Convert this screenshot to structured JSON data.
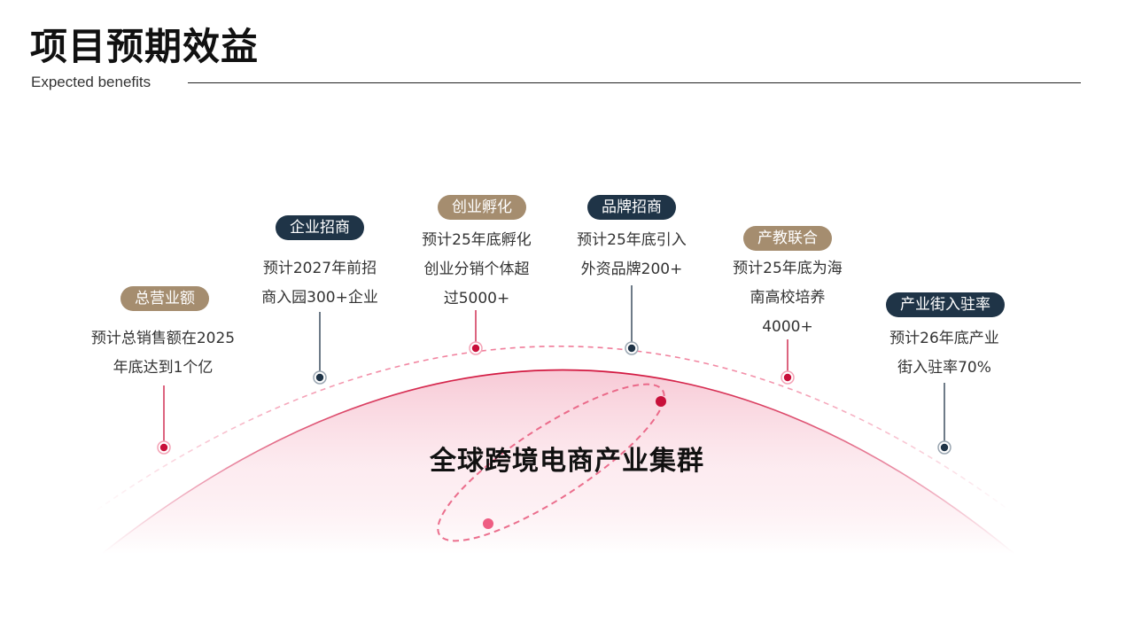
{
  "header": {
    "title": "项目预期效益",
    "subtitle": "Expected benefits"
  },
  "center": {
    "title": "全球跨境电商产业集群"
  },
  "colors": {
    "tan": "#a58d6f",
    "navy": "#1f3447",
    "crimson": "#c8103a",
    "pink_dashed": "#f07a98"
  },
  "items": [
    {
      "label": "总营业额",
      "lines": [
        "预计总销售额在2025",
        "年底达到1个亿"
      ]
    },
    {
      "label": "企业招商",
      "lines": [
        "预计2027年前招",
        "商入园300+企业"
      ]
    },
    {
      "label": "创业孵化",
      "lines": [
        "预计25年底孵化",
        "创业分销个体超",
        "过5000+"
      ]
    },
    {
      "label": "品牌招商",
      "lines": [
        "预计25年底引入",
        "外资品牌200+"
      ]
    },
    {
      "label": "产教联合",
      "lines": [
        "预计25年底为海",
        "南高校培养",
        "4000+"
      ]
    },
    {
      "label": "产业街入驻率",
      "lines": [
        "预计26年底产业",
        "街入驻率70%"
      ]
    }
  ]
}
